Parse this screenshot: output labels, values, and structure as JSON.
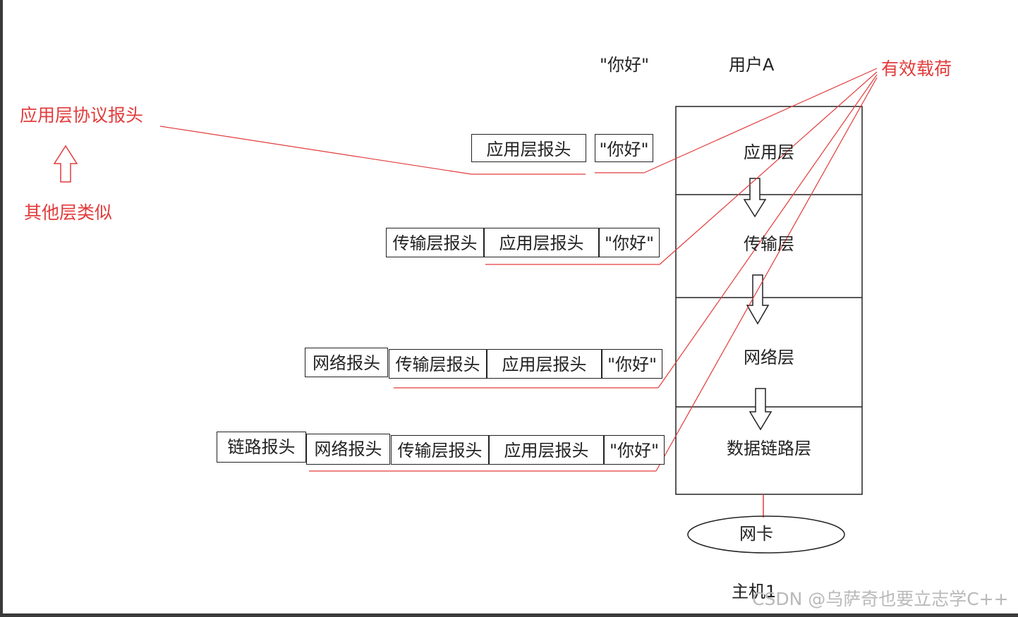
{
  "top": {
    "hello_quote": "\"你好\"",
    "user_label": "用户A",
    "payload_label": "有效载荷"
  },
  "annotations": {
    "app_protocol_header": "应用层协议报头",
    "others_similar": "其他层类似"
  },
  "stack": {
    "layers": [
      "应用层",
      "传输层",
      "网络层",
      "数据链路层"
    ],
    "nic": "网卡",
    "host": "主机1"
  },
  "rows": {
    "app": {
      "app_header": "应用层报头",
      "payload": "\"你好\""
    },
    "transport": {
      "transport_header": "传输层报头",
      "app_header": "应用层报头",
      "payload": "\"你好\""
    },
    "network": {
      "network_header": "网络报头",
      "transport_header": "传输层报头",
      "app_header": "应用层报头",
      "payload": "\"你好\""
    },
    "link": {
      "link_header": "链路报头",
      "network_header": "网络报头",
      "transport_header": "传输层报头",
      "app_header": "应用层报头",
      "payload": "\"你好\""
    }
  },
  "watermark": "CSDN @乌萨奇也要立志学C++",
  "colors": {
    "annotation": "#e23b3b",
    "line": "#222222"
  }
}
